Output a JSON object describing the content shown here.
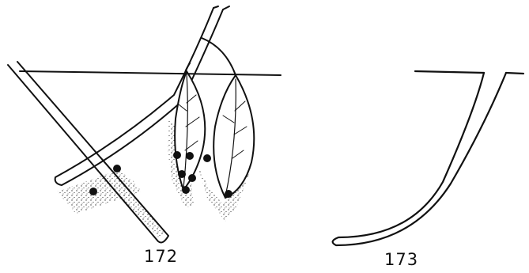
{
  "figures": [
    {
      "id": "172",
      "caption": "172",
      "elements": [
        "water-surface-line",
        "branch",
        "twig-with-leaves",
        "leaf",
        "leaf",
        "egg-clusters",
        "stippled-shadow"
      ]
    },
    {
      "id": "173",
      "caption": "173",
      "elements": [
        "surface-line",
        "curved-stem"
      ]
    }
  ],
  "colors": {
    "ink": "#111111",
    "paper": "#ffffff"
  }
}
